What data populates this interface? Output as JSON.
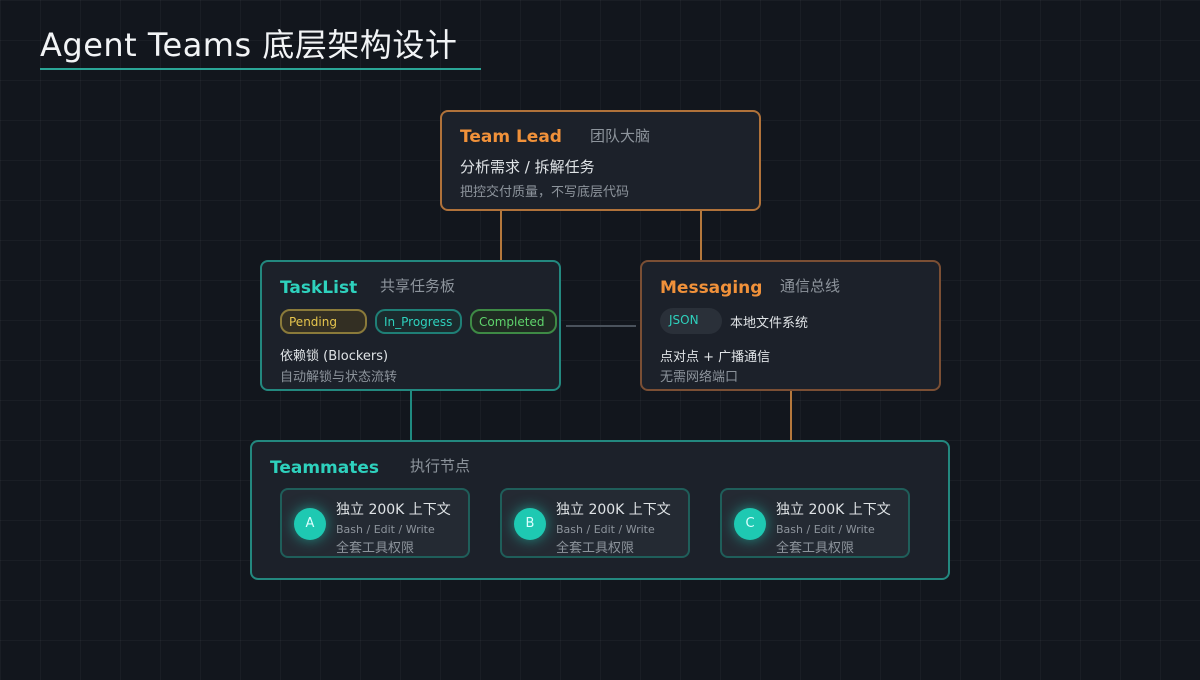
{
  "title": "Agent Teams 底层架构设计",
  "team_lead": {
    "title": "Team Lead",
    "subtitle": "团队大脑",
    "main": "分析需求 / 拆解任务",
    "note": "把控交付质量，不写底层代码"
  },
  "tasklist": {
    "title": "TaskList",
    "subtitle": "共享任务板",
    "tags": [
      "Pending",
      "In_Progress",
      "Completed"
    ],
    "main": "依赖锁 (Blockers)",
    "note": "自动解锁与状态流转"
  },
  "messaging": {
    "title": "Messaging",
    "subtitle": "通信总线",
    "pill": "JSON",
    "pill_desc": "本地文件系统",
    "main": "点对点 + 广播通信",
    "note": "无需网络端口"
  },
  "teammates": {
    "title": "Teammates",
    "subtitle": "执行节点",
    "cards": [
      {
        "letter": "A",
        "main": "独立 200K 上下文",
        "tools": "Bash / Edit / Write",
        "perm": "全套工具权限"
      },
      {
        "letter": "B",
        "main": "独立 200K 上下文",
        "tools": "Bash / Edit / Write",
        "perm": "全套工具权限"
      },
      {
        "letter": "C",
        "main": "独立 200K 上下文",
        "tools": "Bash / Edit / Write",
        "perm": "全套工具权限"
      }
    ]
  },
  "colors": {
    "background": "#12161d",
    "orange_accent": "#f0913a",
    "teal_accent": "#2ed1bd"
  }
}
